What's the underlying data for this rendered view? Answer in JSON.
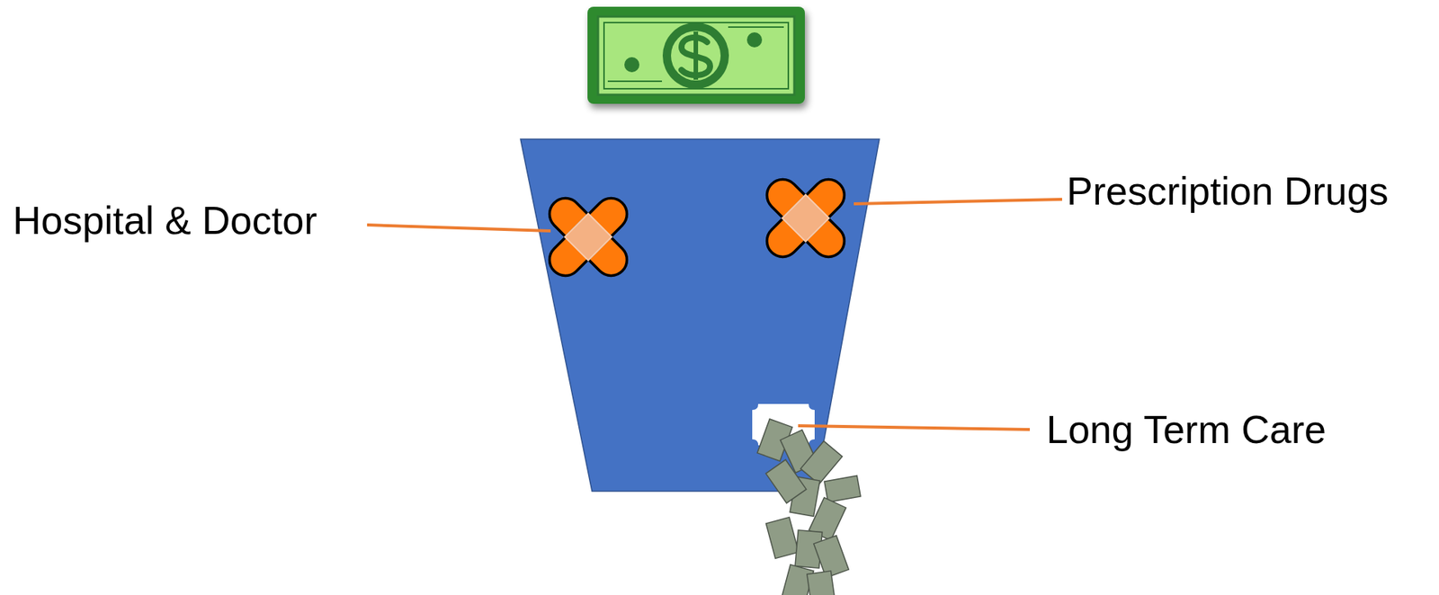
{
  "diagram": {
    "labels": [
      "Hospital & Doctor",
      "Prescription Drugs",
      "Long Term Care"
    ]
  }
}
